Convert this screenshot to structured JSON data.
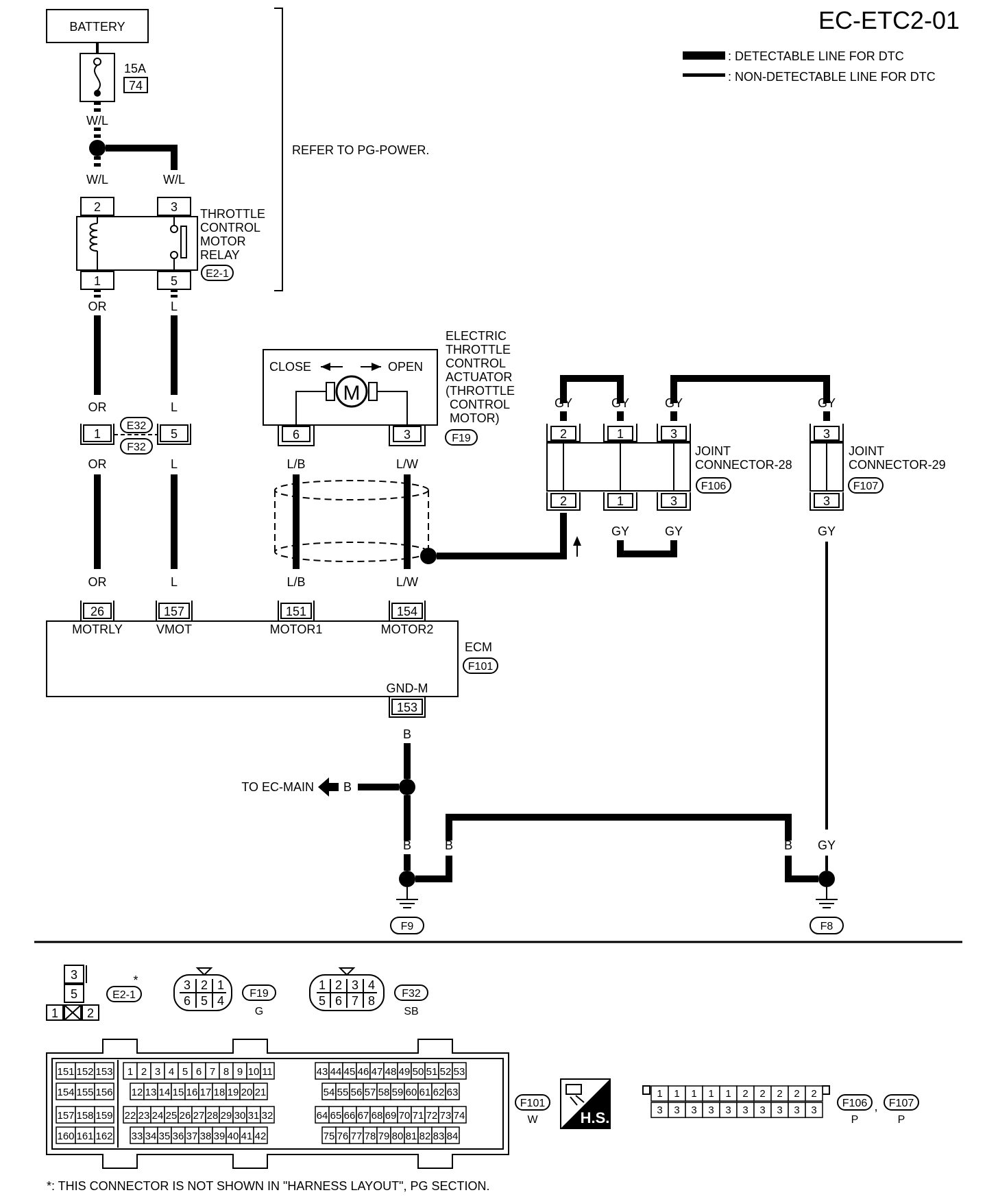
{
  "page_id": "EC-ETC2-01",
  "legend": {
    "detectable": ": DETECTABLE LINE FOR DTC",
    "non_detectable": ": NON-DETECTABLE LINE FOR DTC"
  },
  "refer_note": "REFER TO PG-POWER.",
  "battery": {
    "label": "BATTERY",
    "fuse_rating": "15A",
    "fuse_number": "74"
  },
  "wires": {
    "wl": "W/L",
    "or": "OR",
    "l": "L",
    "lb": "L/B",
    "lw": "L/W",
    "gy": "GY",
    "b": "B"
  },
  "relay": {
    "lines": [
      "THROTTLE",
      "CONTROL",
      "MOTOR",
      "RELAY"
    ],
    "connector": "E2-1",
    "pins": [
      "2",
      "3",
      "1",
      "5"
    ]
  },
  "harness_connector": {
    "top": "E32",
    "bottom": "F32",
    "pins": [
      "1",
      "5"
    ]
  },
  "actuator": {
    "lines": [
      "ELECTRIC",
      "THROTTLE",
      "CONTROL",
      "ACTUATOR",
      "(THROTTLE",
      "CONTROL",
      "MOTOR)"
    ],
    "close": "CLOSE",
    "open": "OPEN",
    "motor": "M",
    "connector": "F19",
    "pins": [
      "6",
      "3"
    ]
  },
  "joint28": {
    "lines": [
      "JOINT",
      "CONNECTOR-28"
    ],
    "connector": "F106",
    "pins": [
      "2",
      "1",
      "3"
    ]
  },
  "joint29": {
    "lines": [
      "JOINT",
      "CONNECTOR-29"
    ],
    "connector": "F107",
    "pins": [
      "3"
    ]
  },
  "ecm": {
    "label": "ECM",
    "connector": "F101",
    "terminals": [
      {
        "pin": "26",
        "name": "MOTRLY"
      },
      {
        "pin": "157",
        "name": "VMOT"
      },
      {
        "pin": "151",
        "name": "MOTOR1"
      },
      {
        "pin": "154",
        "name": "MOTOR2"
      },
      {
        "pin": "153",
        "name": "GND-M"
      }
    ]
  },
  "to_ec_main": "TO EC-MAIN",
  "grounds": [
    "F9",
    "F8"
  ],
  "connector_views": {
    "e2_1": {
      "id": "E2-1",
      "star": "*",
      "pins": [
        "3",
        "5",
        "1",
        "2"
      ]
    },
    "f19": {
      "id": "F19",
      "color": "G",
      "pins": [
        "3",
        "2",
        "1",
        "6",
        "5",
        "4"
      ]
    },
    "f32": {
      "id": "F32",
      "color": "SB",
      "pins": [
        "1",
        "2",
        "3",
        "4",
        "5",
        "6",
        "7",
        "8"
      ]
    },
    "f101": {
      "id": "F101",
      "color": "W",
      "left_block": [
        [
          "151",
          "152",
          "153"
        ],
        [
          "154",
          "155",
          "156"
        ],
        [
          "157",
          "158",
          "159"
        ],
        [
          "160",
          "161",
          "162"
        ]
      ],
      "mid_row1": [
        "1",
        "2",
        "3",
        "4",
        "5",
        "6",
        "7",
        "8",
        "9",
        "10",
        "11"
      ],
      "mid_row2": [
        "12",
        "13",
        "14",
        "15",
        "16",
        "17",
        "18",
        "19",
        "20",
        "21"
      ],
      "mid_row3": [
        "22",
        "23",
        "24",
        "25",
        "26",
        "27",
        "28",
        "29",
        "30",
        "31",
        "32"
      ],
      "mid_row4": [
        "33",
        "34",
        "35",
        "36",
        "37",
        "38",
        "39",
        "40",
        "41",
        "42"
      ],
      "right_row1": [
        "43",
        "44",
        "45",
        "46",
        "47",
        "48",
        "49",
        "50",
        "51",
        "52",
        "53"
      ],
      "right_row2": [
        "54",
        "55",
        "56",
        "57",
        "58",
        "59",
        "60",
        "61",
        "62",
        "63"
      ],
      "right_row3": [
        "64",
        "65",
        "66",
        "67",
        "68",
        "69",
        "70",
        "71",
        "72",
        "73",
        "74"
      ],
      "right_row4": [
        "75",
        "76",
        "77",
        "78",
        "79",
        "80",
        "81",
        "82",
        "83",
        "84"
      ]
    },
    "hs_label": "H.S.",
    "joint": {
      "ids": [
        "F106",
        "F107"
      ],
      "color": "P",
      "sep": ",",
      "top": [
        "1",
        "1",
        "1",
        "1",
        "1",
        "2",
        "2",
        "2",
        "2",
        "2"
      ],
      "bottom": [
        "3",
        "3",
        "3",
        "3",
        "3",
        "3",
        "3",
        "3",
        "3",
        "3"
      ]
    }
  },
  "footnote": "*: THIS CONNECTOR IS NOT SHOWN IN \"HARNESS LAYOUT\", PG SECTION."
}
